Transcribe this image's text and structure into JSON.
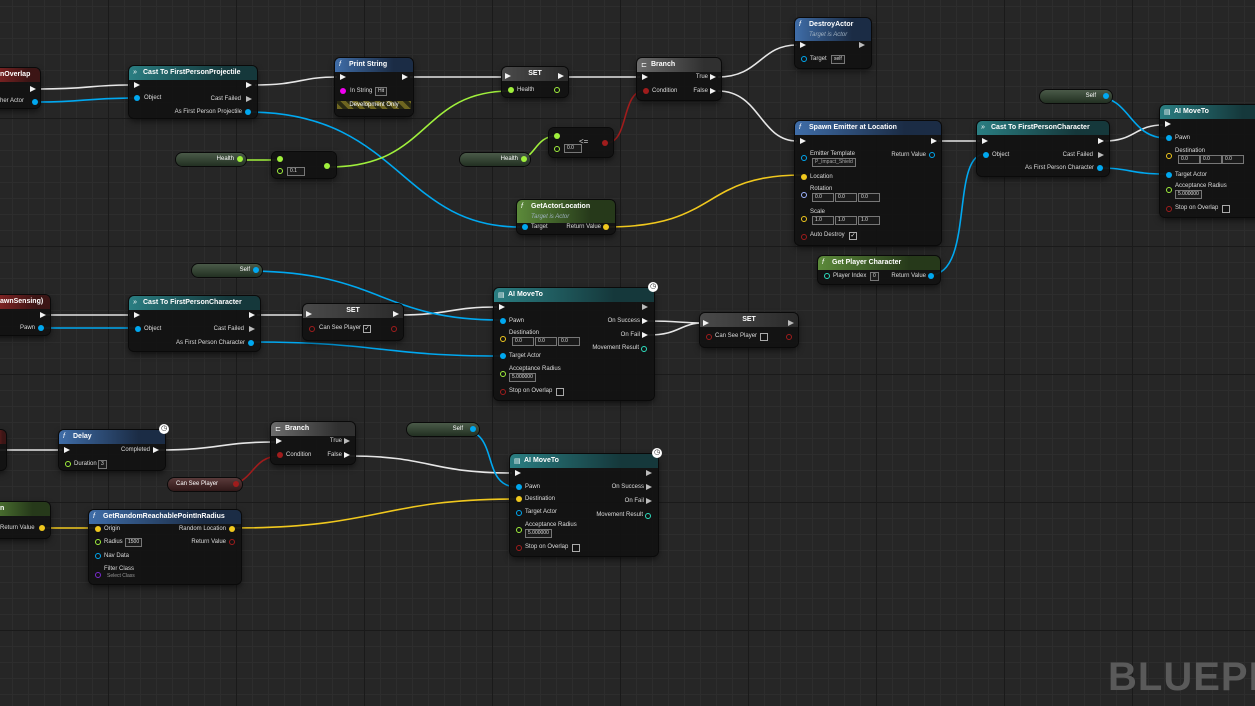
{
  "app": {
    "watermark": "BLUEPR"
  },
  "colors": {
    "exec_wire": "#e6e6e6",
    "object_pin": "#00a8f0",
    "float_pin": "#a0f03c",
    "vector_pin": "#f0c81e",
    "bool_pin": "#a01c1c",
    "string_pin": "#f000f0",
    "rotator_pin": "#9fb4ff",
    "struct_pin": "#2a7bd8"
  },
  "icons": {
    "function": "function-f-icon",
    "cast": "cast-arrows-icon",
    "branch": "branch-icon",
    "latent": "clock-icon",
    "ai_task": "ai-task-icon"
  },
  "nodes": {
    "overlap_event": {
      "title": "nOverlap",
      "pin_other_actor": "her Actor"
    },
    "cast_projectile": {
      "title": "Cast To FirstPersonProjectile",
      "object": "Object",
      "cast_failed": "Cast Failed",
      "as_output": "As First Person Projectile"
    },
    "print_string": {
      "title": "Print String",
      "in_string": "In String",
      "in_string_value": "Hit",
      "dev_only": "Development Only"
    },
    "set_health": {
      "title": "SET",
      "health": "Health"
    },
    "branch_top": {
      "title": "Branch",
      "true": "True",
      "false": "False",
      "condition": "Condition"
    },
    "destroy_actor": {
      "title": "DestroyActor",
      "subtitle": "Target is Actor",
      "target": "Target",
      "target_value": "self"
    },
    "self_top": {
      "label": "Self"
    },
    "ai_moveto_top": {
      "title": "AI MoveTo",
      "pawn": "Pawn",
      "destination": "Destination",
      "x": "0.0",
      "y": "0.0",
      "z": "0.0",
      "target_actor": "Target Actor",
      "acceptance_radius": "Acceptance Radius",
      "radius_value": "5.000000",
      "stop_on_overlap": "Stop on Overlap"
    },
    "health_get_a": {
      "label": "Health"
    },
    "subtract": {
      "value": "0.1"
    },
    "health_get_b": {
      "label": "Health"
    },
    "compare": {
      "value": "0.0",
      "op": "<="
    },
    "spawn_emitter": {
      "title": "Spawn Emitter at Location",
      "emitter_template": "Emitter Template",
      "template_value": "P_Impact_Shield",
      "return_value": "Return Value",
      "location": "Location",
      "rotation": "Rotation",
      "rx": "0.0",
      "ry": "0.0",
      "rz": "0.0",
      "scale": "Scale",
      "sx": "1.0",
      "sy": "1.0",
      "sz": "1.0",
      "auto_destroy": "Auto Destroy"
    },
    "cast_character_top": {
      "title": "Cast To FirstPersonCharacter",
      "object": "Object",
      "cast_failed": "Cast Failed",
      "as_output": "As First Person Character"
    },
    "get_actor_location": {
      "title": "GetActorLocation",
      "subtitle": "Target is Actor",
      "target": "Target",
      "return_value": "Return Value"
    },
    "get_player_character": {
      "title": "Get Player Character",
      "player_index": "Player Index",
      "index_value": "0",
      "return_value": "Return Value"
    },
    "self_mid": {
      "label": "Self"
    },
    "pawn_sensing_event": {
      "title": "awnSensing)",
      "pawn": "Pawn"
    },
    "cast_character_mid": {
      "title": "Cast To FirstPersonCharacter",
      "object": "Object",
      "cast_failed": "Cast Failed",
      "as_output": "As First Person Character"
    },
    "set_see_true": {
      "title": "SET",
      "can_see": "Can See Player",
      "checked": "✓"
    },
    "ai_moveto_mid": {
      "title": "AI MoveTo",
      "pawn": "Pawn",
      "on_success": "On Success",
      "destination": "Destination",
      "on_fail": "On Fail",
      "x": "0.0",
      "y": "0.0",
      "z": "0.0",
      "movement_result": "Movement Result",
      "target_actor": "Target Actor",
      "acceptance_radius": "Acceptance Radius",
      "radius_value": "5.000000",
      "stop_on_overlap": "Stop on Overlap"
    },
    "set_see_false": {
      "title": "SET",
      "can_see": "Can See Player"
    },
    "delay": {
      "title": "Delay",
      "completed": "Completed",
      "duration": "Duration",
      "duration_value": "3"
    },
    "branch_bottom": {
      "title": "Branch",
      "true": "True",
      "false": "False",
      "condition": "Condition"
    },
    "self_bottom": {
      "label": "Self"
    },
    "can_see_get": {
      "label": "Can See Player"
    },
    "ai_moveto_bottom": {
      "title": "AI MoveTo",
      "pawn": "Pawn",
      "on_success": "On Success",
      "destination": "Destination",
      "on_fail": "On Fail",
      "target_actor": "Target Actor",
      "movement_result": "Movement Result",
      "acceptance_radius": "Acceptance Radius",
      "radius_value": "5.000000",
      "stop_on_overlap": "Stop on Overlap"
    },
    "left_return": {
      "title": "n",
      "return_value": "Return Value"
    },
    "random_point": {
      "title": "GetRandomReachablePointInRadius",
      "origin": "Origin",
      "random_location": "Random Location",
      "radius": "Radius",
      "radius_value": "1500",
      "return_value": "Return Value",
      "nav_data": "Nav Data",
      "filter_class": "Filter Class",
      "select_class": "Select Class"
    }
  }
}
